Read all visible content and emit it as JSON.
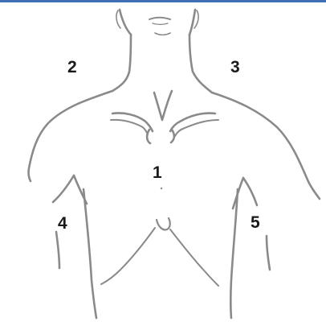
{
  "labels": {
    "center": "1",
    "upper_left": "2",
    "upper_right": "3",
    "lower_left": "4",
    "lower_right": "5"
  },
  "colors": {
    "border": "#3f6fb4",
    "stroke": "#8a8a8a",
    "text": "#1a1a1a"
  }
}
